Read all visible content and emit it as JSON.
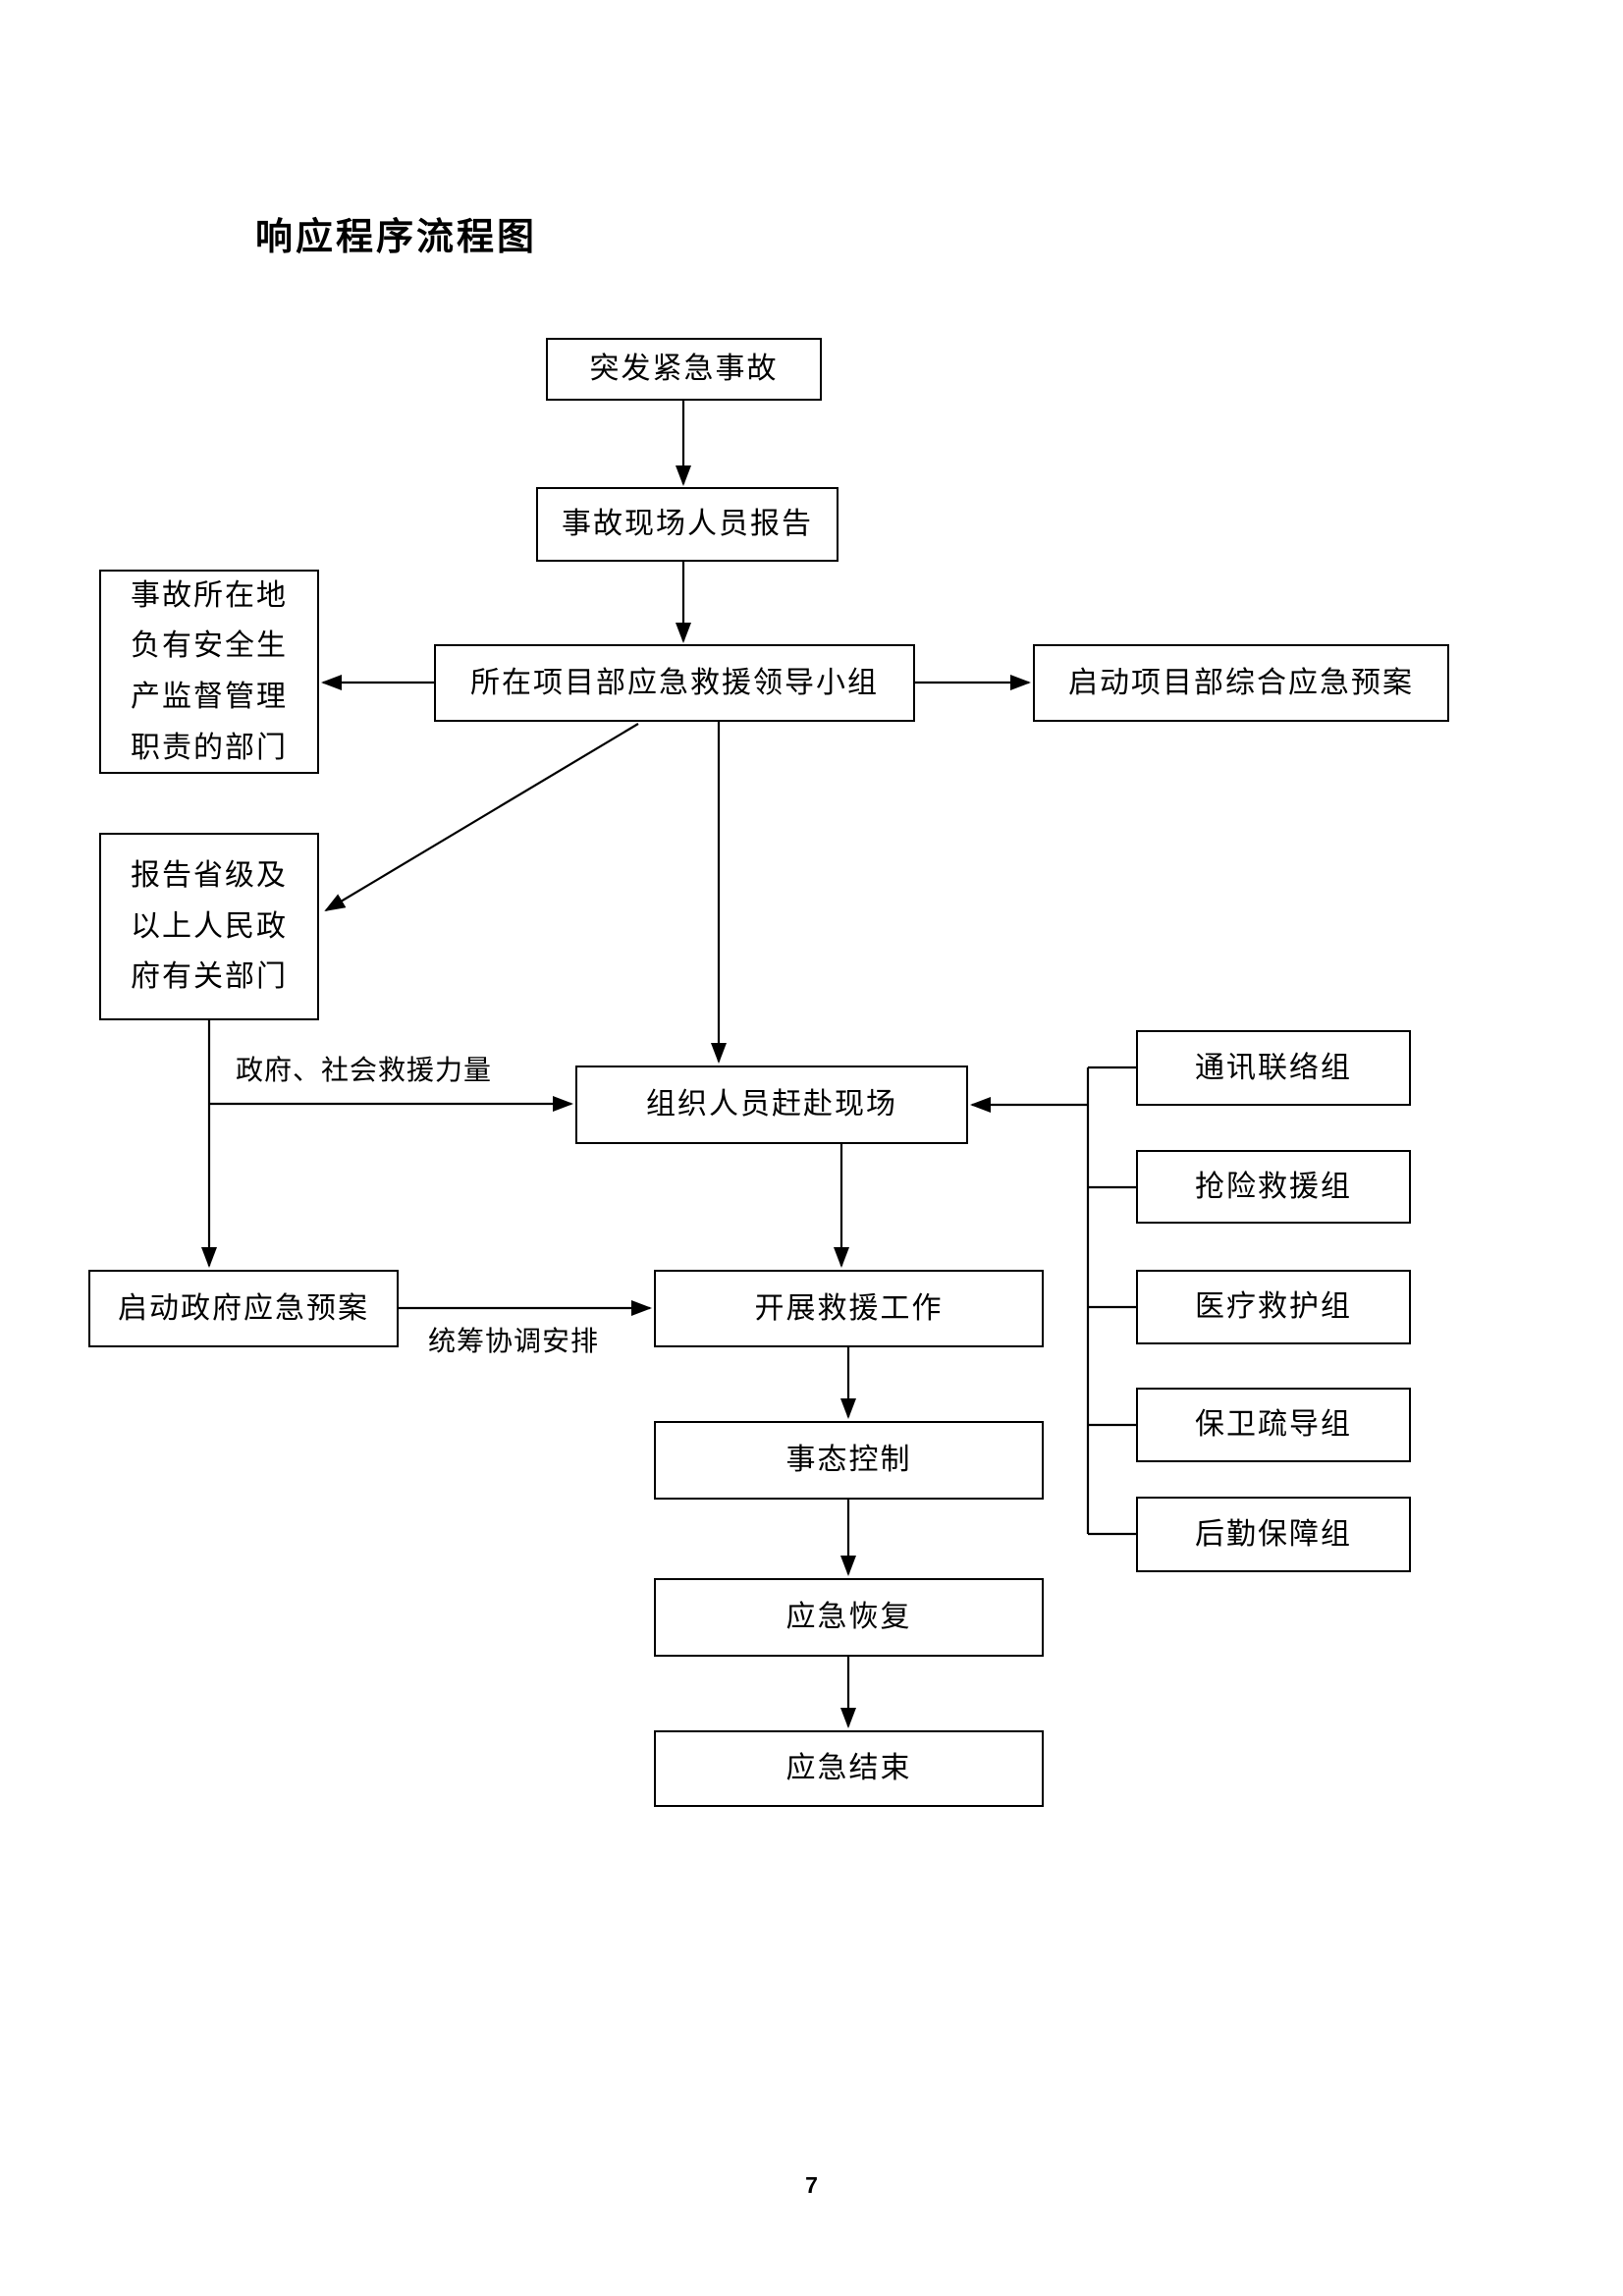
{
  "title": "响应程序流程图",
  "page_number": "7",
  "nodes": {
    "incident": "突发紧急事故",
    "report": "事故现场人员报告",
    "lead_group": "所在项目部应急救援领导小组",
    "supervision_dept": "事故所在地\n负有安全生\n产监督管理\n职责的部门",
    "project_plan": "启动项目部综合应急预案",
    "provincial_report": "报告省级及\n以上人民政\n府有关部门",
    "organize": "组织人员赶赴现场",
    "gov_plan": "启动政府应急预案",
    "rescue_work": "开展救援工作",
    "situation_control": "事态控制",
    "recovery": "应急恢复",
    "end": "应急结束",
    "comm_group": "通讯联络组",
    "rescue_group": "抢险救援组",
    "medical_group": "医疗救护组",
    "security_group": "保卫疏导组",
    "logistics_group": "后勤保障组"
  },
  "edge_labels": {
    "gov_social_force": "政府、社会救援力量",
    "coordinate_arrange": "统筹协调安排"
  },
  "colors": {
    "line": "#000000",
    "background": "#ffffff"
  }
}
